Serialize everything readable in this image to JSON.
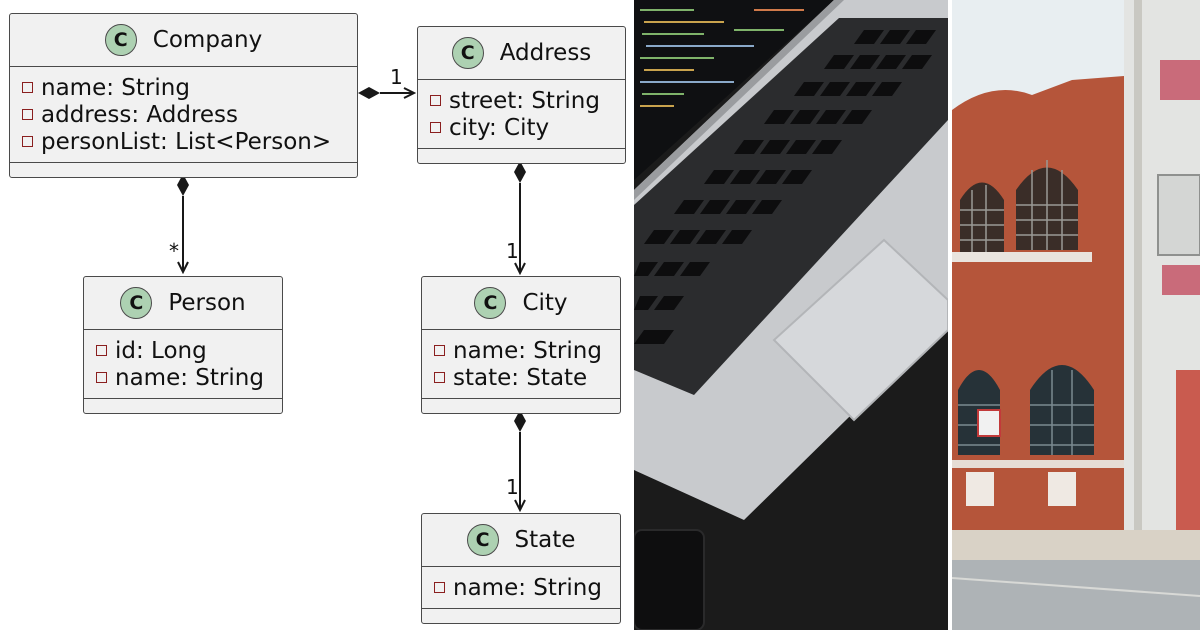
{
  "diagram": {
    "classes": [
      {
        "id": "company",
        "name": "Company",
        "badge": "C",
        "attributes": [
          "name: String",
          "address: Address",
          "personList: List<Person>"
        ]
      },
      {
        "id": "address",
        "name": "Address",
        "badge": "C",
        "attributes": [
          "street: String",
          "city: City"
        ]
      },
      {
        "id": "person",
        "name": "Person",
        "badge": "C",
        "attributes": [
          "id: Long",
          "name: String"
        ]
      },
      {
        "id": "city",
        "name": "City",
        "badge": "C",
        "attributes": [
          "name: String",
          "state: State"
        ]
      },
      {
        "id": "state",
        "name": "State",
        "badge": "C",
        "attributes": [
          "name: String"
        ]
      }
    ],
    "relations": [
      {
        "from": "company",
        "to": "address",
        "type": "composition",
        "multiplicity": "1"
      },
      {
        "from": "company",
        "to": "person",
        "type": "composition",
        "multiplicity": "*"
      },
      {
        "from": "address",
        "to": "city",
        "type": "composition",
        "multiplicity": "1"
      },
      {
        "from": "city",
        "to": "state",
        "type": "composition",
        "multiplicity": "1"
      }
    ],
    "colors": {
      "class_fill": "#f1f1f1",
      "badge_fill": "#add1b2",
      "border": "#4a4a4a",
      "visibility_marker": "#8a1f1f"
    }
  },
  "photos": [
    {
      "id": "laptop-photo",
      "subject": "laptop-keyboard-photo"
    },
    {
      "id": "building-photo",
      "subject": "building-facade-photo"
    }
  ]
}
